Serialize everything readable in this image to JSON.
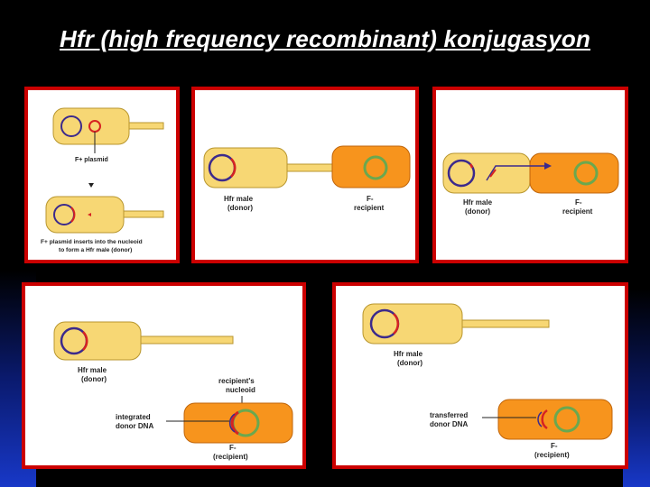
{
  "title": "Hfr (high frequency recombinant) konjugasyon",
  "colors": {
    "panel_border": "#cc0000",
    "cell_yellow": "#f7d774",
    "cell_orange": "#f7941d",
    "plasmid_red": "#d62222",
    "chromosome_purple": "#3c2a8c",
    "nucleoid_green": "#6aa84f"
  },
  "panel1": {
    "label_plasmid": "F+ plasmid",
    "label_insert_line1": "F+ plasmid inserts into the nucleoid",
    "label_insert_line2": "to form a Hfr male (donor)"
  },
  "panel2": {
    "donor_line1": "Hfr male",
    "donor_line2": "(donor)",
    "recipient_line1": "F-",
    "recipient_line2": "recipient"
  },
  "panel3": {
    "donor_line1": "Hfr male",
    "donor_line2": "(donor)",
    "recipient_line1": "F-",
    "recipient_line2": "recipient"
  },
  "panel4": {
    "donor_line1": "Hfr male",
    "donor_line2": "(donor)",
    "nucleoid_line1": "recipient's",
    "nucleoid_line2": "nucleoid",
    "integrated_line1": "integrated",
    "integrated_line2": "donor DNA",
    "recipient_line1": "F-",
    "recipient_line2": "(recipient)"
  },
  "panel5": {
    "donor_line1": "Hfr male",
    "donor_line2": "(donor)",
    "transferred_line1": "transferred",
    "transferred_line2": "donor DNA",
    "recipient_line1": "F-",
    "recipient_line2": "(recipient)"
  }
}
